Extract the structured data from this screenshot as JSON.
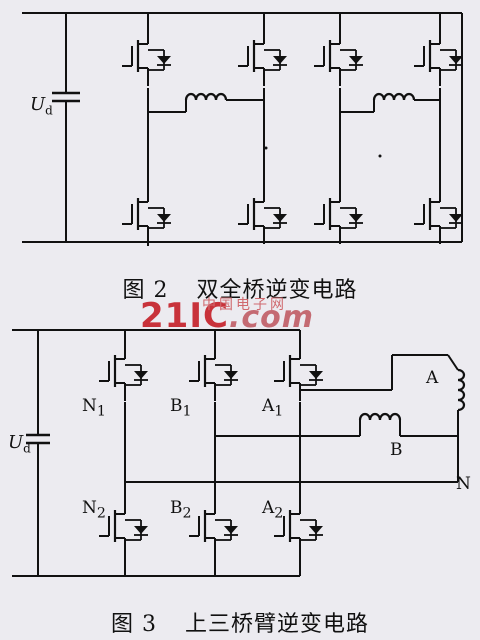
{
  "fig2": {
    "caption_number": "图 2",
    "caption_title": "双全桥逆变电路",
    "cap_label": "U",
    "cap_sub": "d"
  },
  "fig3": {
    "caption_number": "图 3",
    "caption_title": "上三桥臂逆变电路",
    "cap_label": "U",
    "cap_sub": "d",
    "labels": {
      "N1": "N",
      "N1_sub": "1",
      "B1": "B",
      "B1_sub": "1",
      "A1": "A",
      "A1_sub": "1",
      "N2": "N",
      "N2_sub": "2",
      "B2": "B",
      "B2_sub": "2",
      "A2": "A",
      "A2_sub": "2",
      "A": "A",
      "B": "B",
      "N": "N"
    }
  },
  "watermark": {
    "main": "21IC",
    "domain": ".com",
    "cn": "中国电子网"
  }
}
